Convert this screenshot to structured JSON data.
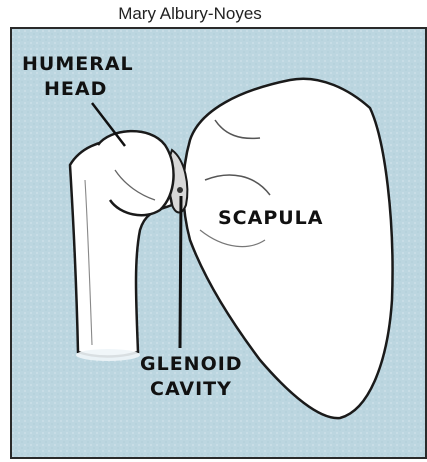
{
  "credit": "Mary Albury-Noyes",
  "colors": {
    "background_panel": "#bcd6e0",
    "bone": "#ffffff",
    "outline": "#1a1a1a",
    "frame": "#2a2a2a"
  },
  "labels": {
    "humeral_head_line1": "HUMERAL",
    "humeral_head_line2": "HEAD",
    "scapula": "SCAPULA",
    "glenoid_line1": "GLENOID",
    "glenoid_line2": "CAVITY"
  }
}
